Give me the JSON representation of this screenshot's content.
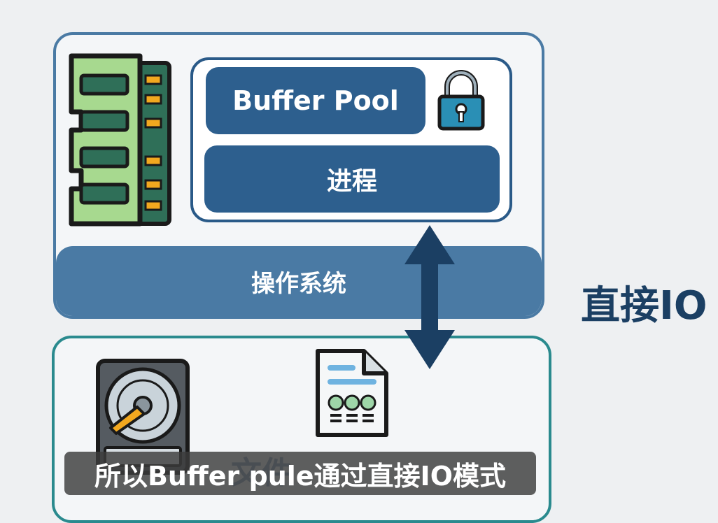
{
  "diagram": {
    "os_label": "操作系统",
    "buffer_pool_label": "Buffer Pool",
    "process_label": "进程",
    "direct_io_label": "直接IO",
    "partial_hidden_text": "文件"
  },
  "caption": {
    "text": "所以Buffer pule通过直接IO模式"
  },
  "icons": {
    "memory": "ram-module-icon",
    "lock": "padlock-icon",
    "disk": "hard-disk-icon",
    "file": "file-document-icon",
    "arrow": "double-arrow-icon"
  },
  "colors": {
    "os_blue": "#4a7aa4",
    "dark_blue": "#2d5f8e",
    "teal": "#2a8a8e",
    "navy": "#1b3f63"
  }
}
